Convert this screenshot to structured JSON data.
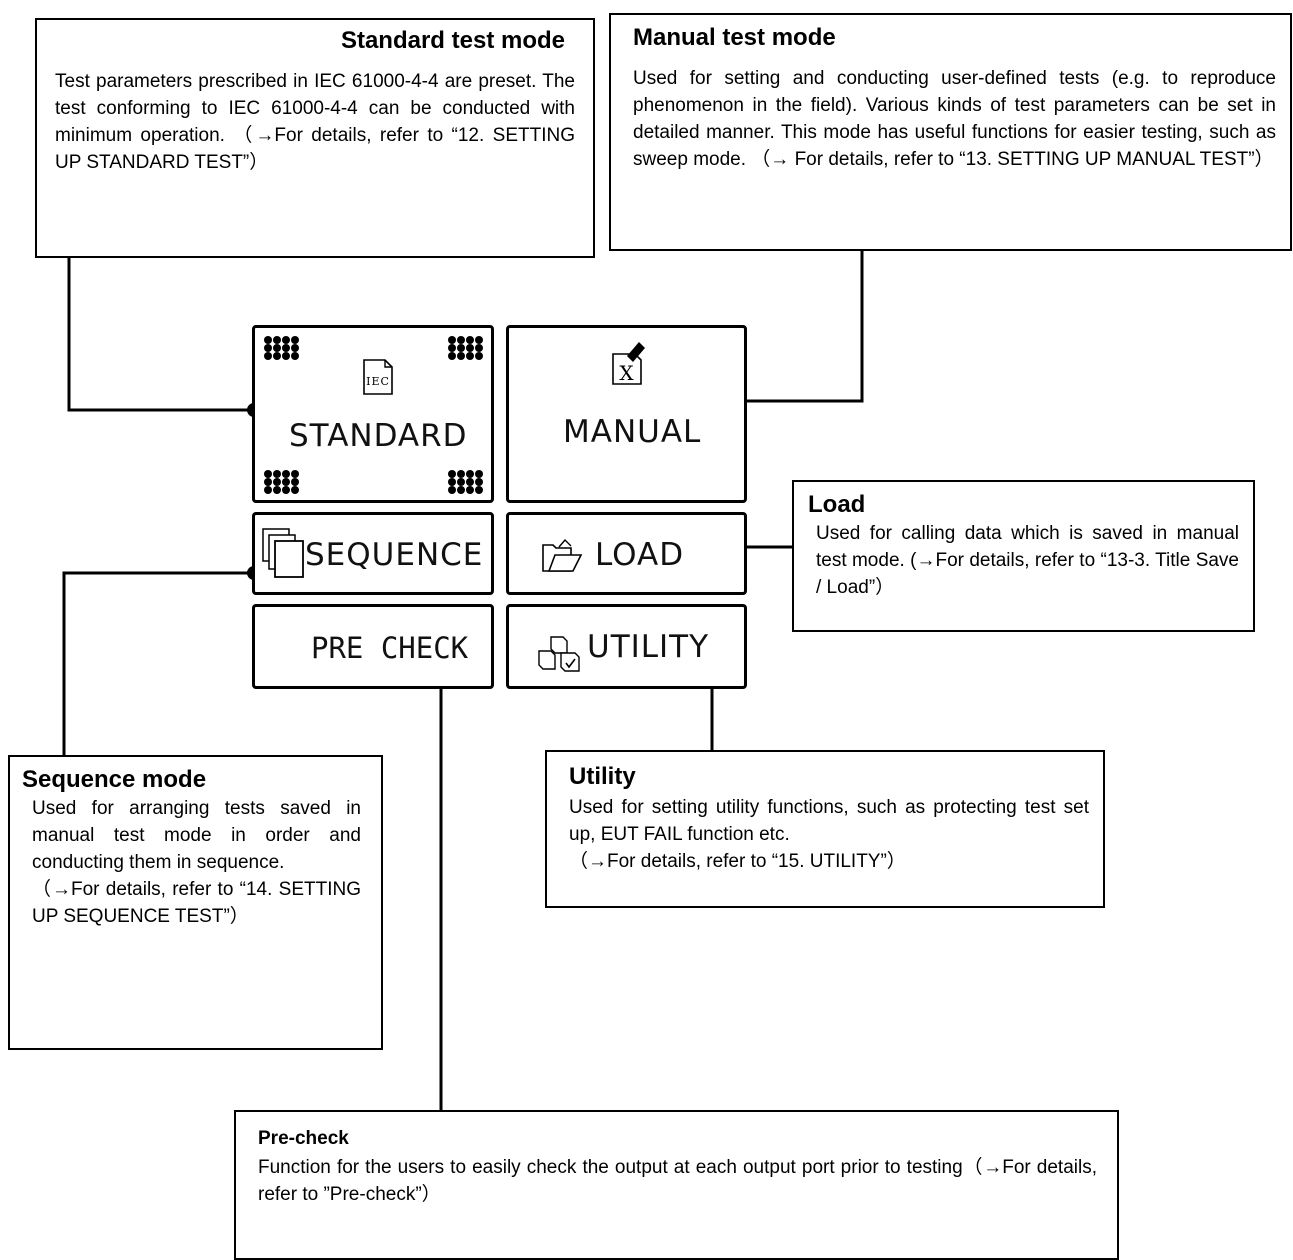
{
  "callouts": {
    "standard": {
      "title": "Standard test mode",
      "text": "Test parameters prescribed in IEC 61000-4-4 are preset. The test conforming to IEC 61000-4-4 can be conducted with minimum operation. （→For details, refer to “12. SETTING UP STANDARD TEST”）"
    },
    "manual": {
      "title": "Manual test mode",
      "text": "Used for setting and conducting user-defined tests (e.g. to reproduce phenomenon in the field). Various kinds of test parameters can be set in detailed manner. This mode has useful functions for easier testing, such as sweep mode. （→ For details, refer to “13. SETTING UP MANUAL TEST”）"
    },
    "load": {
      "title": "Load",
      "text": "Used for calling data which is saved in manual test mode. (→For details, refer to “13-3. Title Save / Load”）"
    },
    "sequence": {
      "title": "Sequence mode",
      "text": "Used for arranging tests saved in manual test mode in order and conducting them in sequence.",
      "ref": "（→For details, refer to “14. SETTING UP SEQUENCE TEST”）"
    },
    "utility": {
      "title": "Utility",
      "text": "Used for setting utility functions, such as protecting test set up, EUT FAIL function etc.",
      "ref": "（→For details, refer to “15. UTILITY”）"
    },
    "precheck": {
      "title": "Pre-check",
      "text": "Function for the users to easily check the output at each output port prior to testing（→For details, refer to ”Pre-check”）"
    }
  },
  "buttons": {
    "standard": "STANDARD",
    "standard_icon": "IEC",
    "manual": "MANUAL",
    "manual_icon": "X",
    "sequence": "SEQUENCE",
    "load": "LOAD",
    "precheck": "PRE CHECK",
    "utility": "UTILITY"
  },
  "icons": [
    "iec-document-icon",
    "edit-document-icon",
    "pages-stack-icon",
    "folder-open-icon",
    "blocks-icon",
    "dot-grid-icon"
  ]
}
